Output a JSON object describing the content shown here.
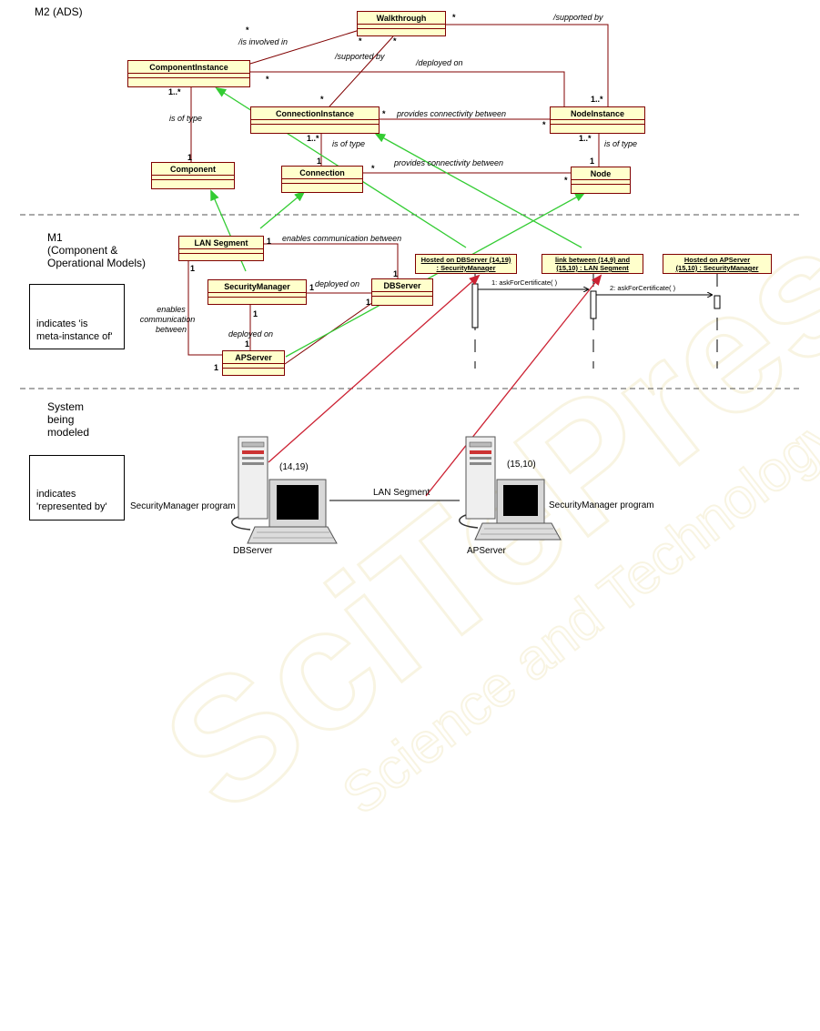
{
  "layers": {
    "m2": "M2 (ADS)",
    "m1_line1": "M1",
    "m1_line2": "(Component &",
    "m1_line3": "Operational Models)",
    "sys_line1": "System",
    "sys_line2": "being",
    "sys_line3": "modeled"
  },
  "m2_classes": {
    "walkthrough": "Walkthrough",
    "component_instance": "ComponentInstance",
    "connection_instance": "ConnectionInstance",
    "node_instance": "NodeInstance",
    "component": "Component",
    "connection": "Connection",
    "node": "Node"
  },
  "m2_labels": {
    "is_involved_in": "/is involved in",
    "supported_by_1": "/supported by",
    "supported_by_2": "/supported by",
    "deployed_on": "/deployed on",
    "provides_conn_1": "provides connectivity between",
    "provides_conn_2": "provides connectivity between",
    "is_of_type_1": "is of type",
    "is_of_type_2": "is of type",
    "is_of_type_3": "is of type"
  },
  "multiplicities": {
    "star": "*",
    "one": "1",
    "one_many": "1..*"
  },
  "m1_classes": {
    "lan_segment": "LAN Segment",
    "security_manager": "SecurityManager",
    "db_server": "DBServer",
    "ap_server": "APServer"
  },
  "m1_labels": {
    "enables_comm": "enables communication between",
    "deployed_on_1": "deployed on",
    "deployed_on_2": "deployed on",
    "enables_l1": "enables",
    "enables_l2": "communication",
    "enables_l3": "between"
  },
  "m1_objects": {
    "obj1_l1": "Hosted on DBServer (14,19)",
    "obj1_l2": ": SecurityManager",
    "obj2_l1": "link between (14,9) and",
    "obj2_l2": "(15,10) : LAN Segment",
    "obj3_l1": "Hosted on APServer",
    "obj3_l2": "(15,10) : SecurityManager",
    "msg1": "1: askForCertificate( )",
    "msg2": "2: askForCertificate( )"
  },
  "legend": {
    "green_l1": "indicates 'is",
    "green_l2": "meta-instance of'",
    "red_l1": "indicates",
    "red_l2": "'represented by'"
  },
  "system": {
    "coord1": "(14,19)",
    "coord2": "(15,10)",
    "lan_segment": "LAN Segment",
    "sm_program_left": "SecurityManager program",
    "sm_program_right": "SecurityManager program",
    "db_server": "DBServer",
    "ap_server": "APServer"
  },
  "colors": {
    "class_fill": "#ffffcc",
    "class_border": "#800000",
    "association": "#800000",
    "meta_instance_arrow": "#33cc33",
    "represented_by_arrow": "#cc2233"
  },
  "watermark": {
    "line1": "SciTePress",
    "line2": "Science and Technology Publications"
  }
}
